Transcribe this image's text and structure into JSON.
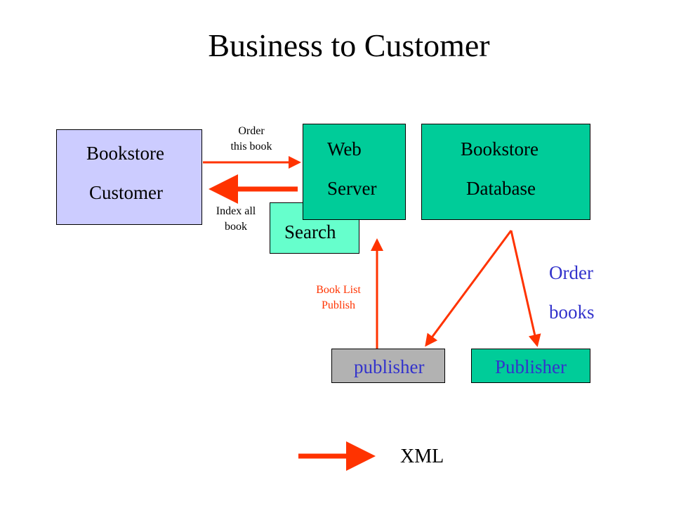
{
  "title": "Business to Customer",
  "nodes": {
    "customer": {
      "line1": "Bookstore",
      "line2": "Customer"
    },
    "web_server": {
      "line1": "Web",
      "line2": "Server"
    },
    "database": {
      "line1": "Bookstore",
      "line2": "Database"
    },
    "search": {
      "label": "Search"
    },
    "publisher_left": {
      "label": "publisher"
    },
    "publisher_right": {
      "label": "Publisher"
    }
  },
  "labels": {
    "order_this_book": {
      "line1": "Order",
      "line2": "this book"
    },
    "index_all_book": {
      "line1": "Index all",
      "line2": "book"
    },
    "book_list_publish": {
      "line1": "Book List",
      "line2": "Publish"
    },
    "order_books": {
      "line1": "Order",
      "line2": "books"
    }
  },
  "legend": {
    "label": "XML"
  },
  "colors": {
    "customer_fill": "#ccccff",
    "server_fill": "#00cc99",
    "search_fill": "#66ffcc",
    "publisher_left_fill": "#b2b2b2",
    "publisher_right_fill": "#00cc99",
    "arrow": "#ff3300",
    "order_books_text": "#3333cc",
    "publisher_text": "#3333cc"
  }
}
